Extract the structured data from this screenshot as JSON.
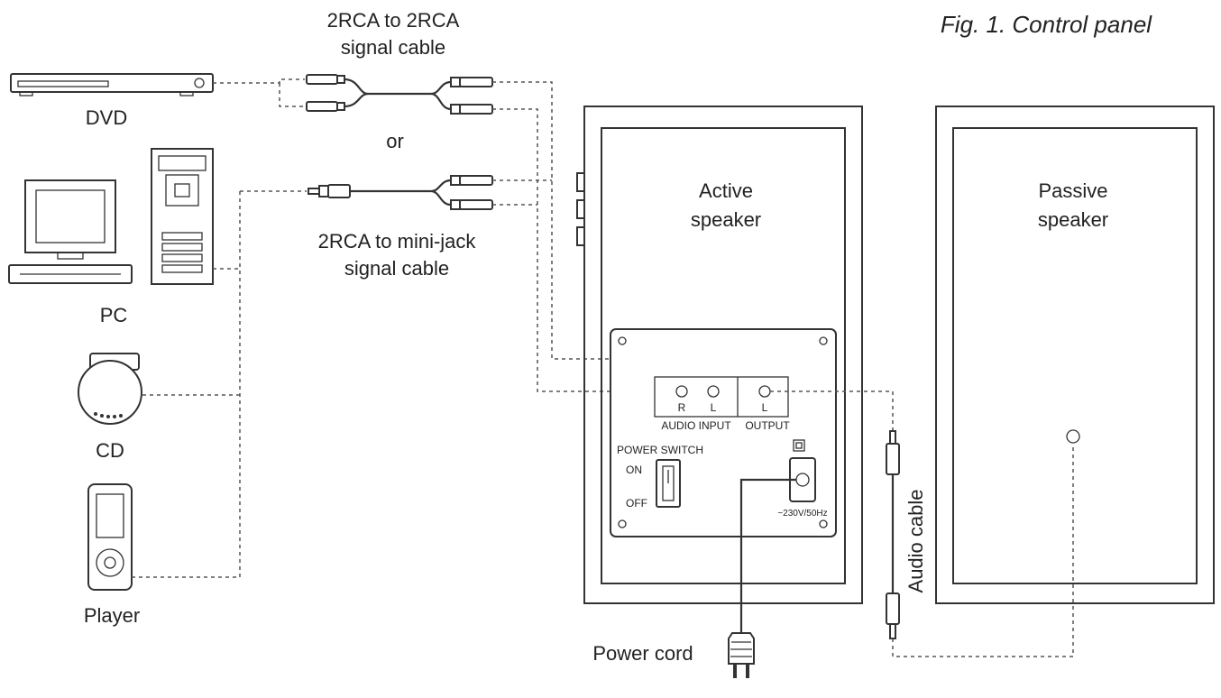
{
  "figure_title": "Fig. 1. Control panel",
  "devices": {
    "dvd": "DVD",
    "pc": "PC",
    "cd": "CD",
    "player": "Player"
  },
  "cables": {
    "rca_line1": "2RCA to 2RCA",
    "rca_line2": "signal cable",
    "or": "or",
    "minijack_line1": "2RCA to mini-jack",
    "minijack_line2": "signal cable",
    "audio_cable": "Audio cable",
    "power_cord": "Power cord"
  },
  "speakers": {
    "active_line1": "Active",
    "active_line2": "speaker",
    "passive_line1": "Passive",
    "passive_line2": "speaker"
  },
  "panel": {
    "r": "R",
    "l_input": "L",
    "l_output": "L",
    "audio_input": "AUDIO INPUT",
    "output": "OUTPUT",
    "power_switch": "POWER SWITCH",
    "on": "ON",
    "off": "OFF",
    "mains": "~230V/50Hz"
  }
}
